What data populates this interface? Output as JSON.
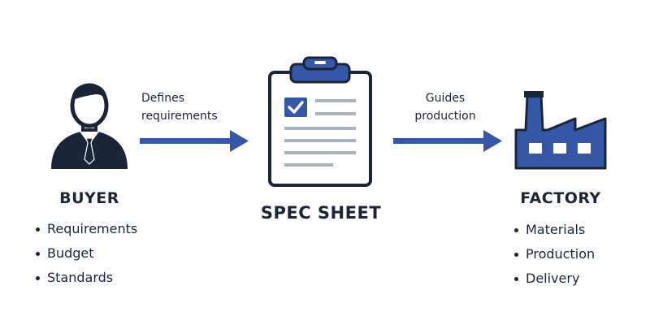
{
  "colors": {
    "dark_navy": "#1b2538",
    "accent_blue": "#3657a5",
    "line_gray": "#aab3c4",
    "background": "#ffffff"
  },
  "nodes": {
    "buyer": {
      "icon": "user-silhouette-icon",
      "title": "BUYER",
      "items": [
        "Requirements",
        "Budget",
        "Standards"
      ]
    },
    "spec_sheet": {
      "icon": "clipboard-checklist-icon",
      "title": "SPEC SHEET"
    },
    "factory": {
      "icon": "factory-icon",
      "title": "FACTORY",
      "items": [
        "Materials",
        "Production",
        "Delivery"
      ]
    }
  },
  "edges": [
    {
      "from": "buyer",
      "to": "spec_sheet",
      "label_line1": "Defines",
      "label_line2": "requirements"
    },
    {
      "from": "spec_sheet",
      "to": "factory",
      "label_line1": "Guides",
      "label_line2": "production"
    }
  ]
}
